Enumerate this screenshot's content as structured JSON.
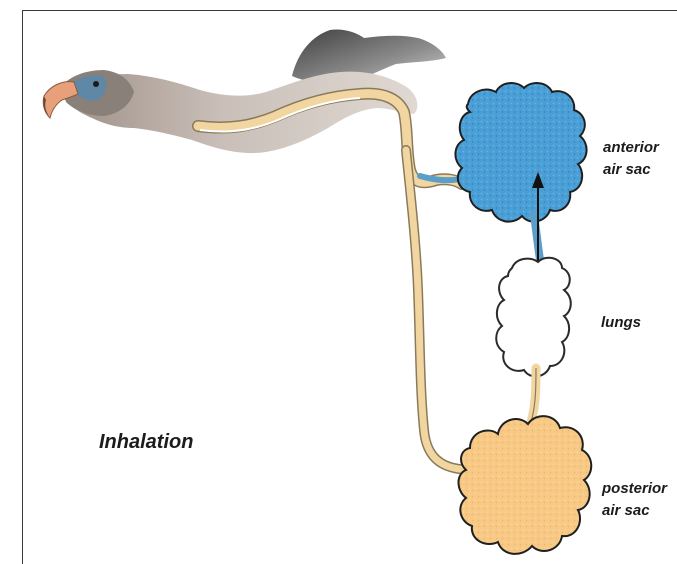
{
  "labels": {
    "anterior_line1": "anterior",
    "anterior_line2": "air sac",
    "lungs": "lungs",
    "posterior_line1": "posterior",
    "posterior_line2": "air sac",
    "phase": "Inhalation"
  },
  "colors": {
    "anterior_sac": "#4a9fd6",
    "posterior_sac": "#f7c985",
    "airway": "#f2d6a2",
    "airway_outline": "#8a7a5a",
    "lungs": "#ffffff",
    "frame": "#3a3a3a"
  },
  "icons": {
    "airflow_arrow": "arrow-up-icon"
  }
}
